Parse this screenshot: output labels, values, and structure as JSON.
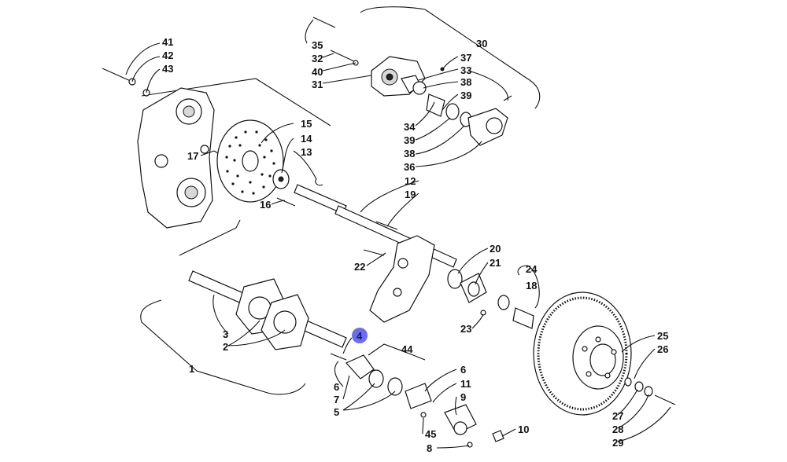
{
  "diagram": {
    "highlighted_callout": "4",
    "labels": {
      "l41": "41",
      "l42": "42",
      "l43": "43",
      "l35": "35",
      "l32": "32",
      "l40": "40",
      "l31": "31",
      "l30": "30",
      "l37": "37",
      "l33": "33",
      "l38a": "38",
      "l39a": "39",
      "l34": "34",
      "l39b": "39",
      "l38b": "38",
      "l36": "36",
      "l15": "15",
      "l14": "14",
      "l13": "13",
      "l17": "17",
      "l16": "16",
      "l12": "12",
      "l19": "19",
      "l22": "22",
      "l20": "20",
      "l21": "21",
      "l24": "24",
      "l18": "18",
      "l23": "23",
      "l25": "25",
      "l26": "26",
      "l27": "27",
      "l28": "28",
      "l29": "29",
      "l3": "3",
      "l2": "2",
      "l1": "1",
      "l4": "4",
      "l44": "44",
      "l6a": "6",
      "l7": "7",
      "l5": "5",
      "l6b": "6",
      "l11": "11",
      "l9": "9",
      "l45": "45",
      "l8": "8",
      "l10": "10"
    }
  }
}
